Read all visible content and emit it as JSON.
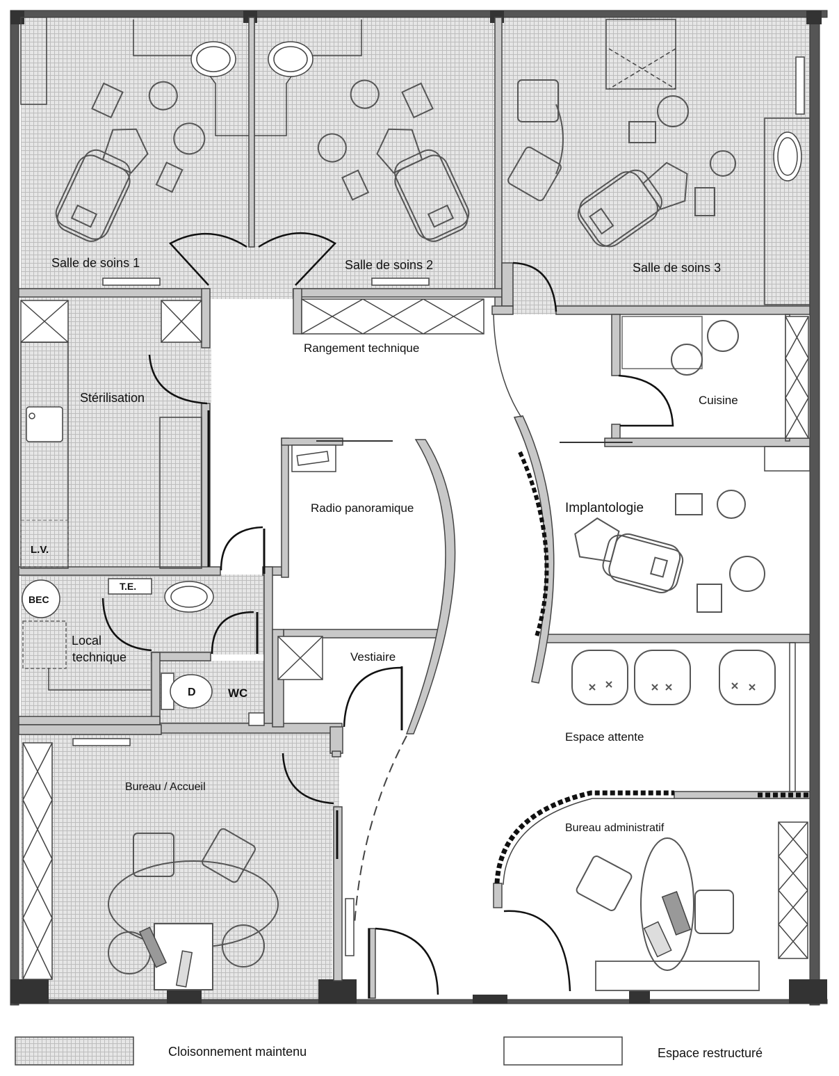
{
  "colors": {
    "wall": "#c8c8c8",
    "outer_wall": "#555555",
    "hatch_bg": "#e6e6e6",
    "hatch_line": "#bdbdbd",
    "restructured": "#ffffff",
    "line": "#444444"
  },
  "rooms": {
    "salle1": "Salle de soins 1",
    "salle2": "Salle de soins 2",
    "salle3": "Salle de soins 3",
    "rangement": "Rangement technique",
    "sterilisation": "Stérilisation",
    "cuisine": "Cuisine",
    "radio": "Radio panoramique",
    "implantologie": "Implantologie",
    "local_line1": "Local",
    "local_line2": "technique",
    "vestiaire": "Vestiaire",
    "wc": "WC",
    "espace_attente": "Espace attente",
    "bureau_accueil": "Bureau / Accueil",
    "bureau_admin": "Bureau administratif"
  },
  "fixtures": {
    "lv": "L.V.",
    "bec": "BEC",
    "te": "T.E.",
    "toilet": "D"
  },
  "legend": {
    "maintained": "Cloisonnement maintenu",
    "restructured": "Espace restructuré"
  }
}
